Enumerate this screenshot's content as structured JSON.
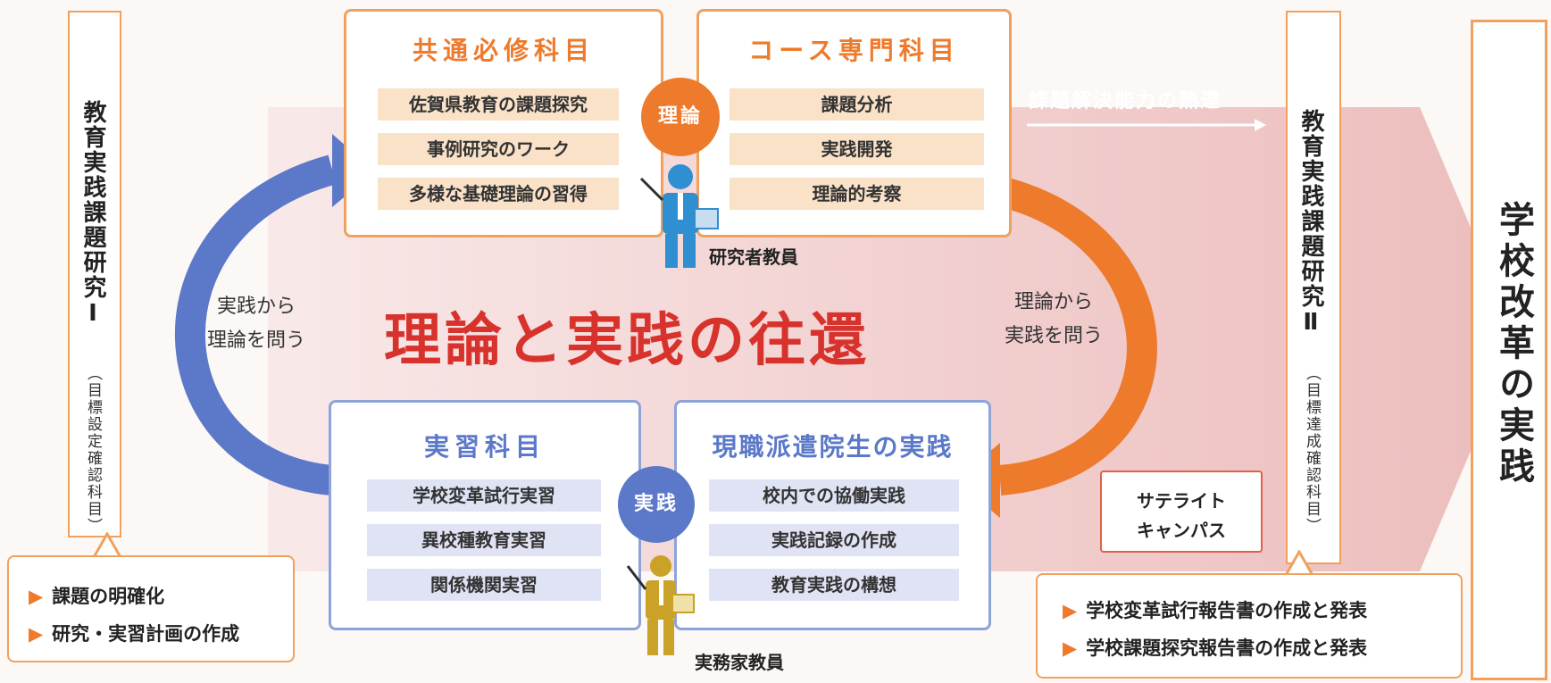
{
  "left_vertical": {
    "title": "教育実践課題研究Ⅰ",
    "subtitle": "（目標設定確認科目）"
  },
  "right_vertical": {
    "title": "教育実践課題研究Ⅱ",
    "subtitle": "（目標達成確認科目）"
  },
  "far_right": {
    "title": "学校改革の実践"
  },
  "banner": {
    "label": "課題解決能力の熟達"
  },
  "theory_box_left": {
    "title": "共通必修科目",
    "items": [
      "佐賀県教育の課題探究",
      "事例研究のワーク",
      "多様な基礎理論の習得"
    ]
  },
  "theory_box_right": {
    "title": "コース専門科目",
    "items": [
      "課題分析",
      "実践開発",
      "理論的考察"
    ]
  },
  "theory_badge": "理論",
  "researcher_label": "研究者教員",
  "center_title": "理論と実践の往還",
  "left_arrow_label": {
    "line1": "実践から",
    "line2": "理論を問う"
  },
  "right_arrow_label": {
    "line1": "理論から",
    "line2": "実践を問う"
  },
  "practice_box_left": {
    "title": "実習科目",
    "items": [
      "学校変革試行実習",
      "異校種教育実習",
      "関係機関実習"
    ]
  },
  "practice_box_right": {
    "title": "現職派遣院生の実践",
    "items": [
      "校内での協働実践",
      "実践記録の作成",
      "教育実践の構想"
    ]
  },
  "practice_badge": "実践",
  "practitioner_label": "実務家教員",
  "satellite": {
    "line1": "サテライト",
    "line2": "キャンパス"
  },
  "bottom_left": {
    "items": [
      "課題の明確化",
      "研究・実習計画の作成"
    ]
  },
  "bottom_right": {
    "items": [
      "学校変革試行報告書の作成と発表",
      "学校課題探究報告書の作成と発表"
    ]
  },
  "colors": {
    "orange": "#ee7a2c",
    "blue": "#5b78c9",
    "red": "#d8322c",
    "pink": "#eab3b3",
    "gold": "#c9a227"
  }
}
